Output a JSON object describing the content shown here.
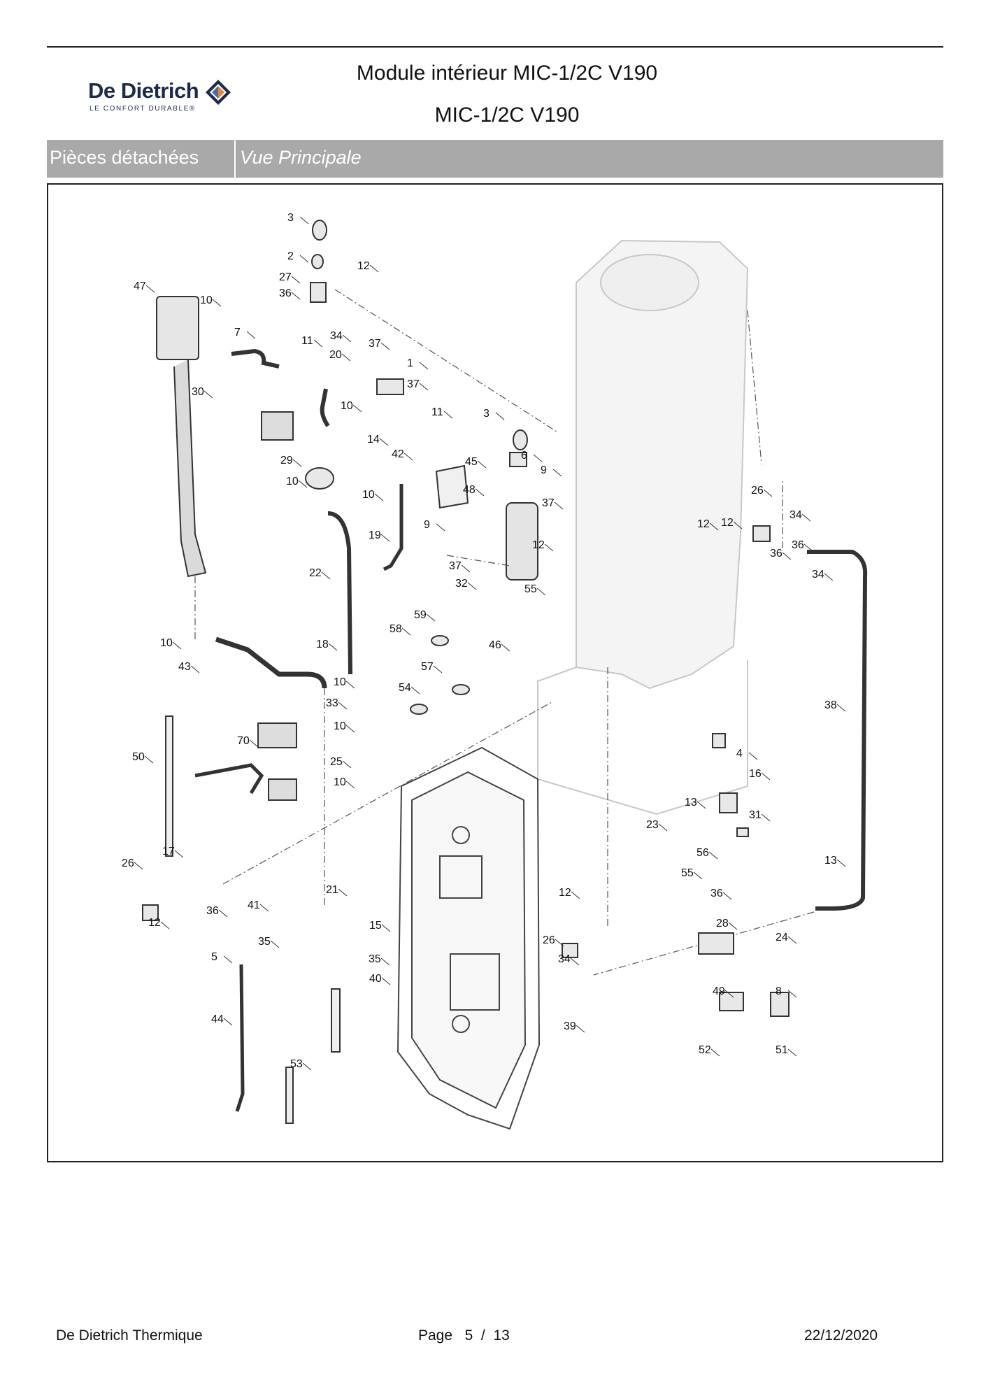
{
  "header": {
    "brand_name": "De Dietrich",
    "brand_tagline": "LE CONFORT DURABLE®",
    "title_line1": "Module intérieur MIC-1/2C V190",
    "title_line2": "MIC-1/2C V190"
  },
  "section_bar": {
    "category": "Pièces détachées",
    "view": "Vue Principale"
  },
  "diagram": {
    "labels": [
      "3",
      "2",
      "12",
      "27",
      "36",
      "47",
      "10",
      "7",
      "11",
      "34",
      "37",
      "20",
      "1",
      "37",
      "30",
      "10",
      "11",
      "3",
      "6",
      "9",
      "29",
      "14",
      "42",
      "45",
      "10",
      "10",
      "48",
      "37",
      "19",
      "9",
      "12",
      "22",
      "37",
      "32",
      "55",
      "26",
      "34",
      "12",
      "36",
      "59",
      "58",
      "46",
      "10",
      "18",
      "43",
      "10",
      "33",
      "57",
      "54",
      "38",
      "70",
      "10",
      "25",
      "50",
      "10",
      "4",
      "16",
      "13",
      "31",
      "23",
      "56",
      "55",
      "13",
      "12",
      "26",
      "21",
      "36",
      "41",
      "36",
      "35",
      "28",
      "24",
      "26",
      "34",
      "15",
      "35",
      "5",
      "40",
      "49",
      "8",
      "44",
      "39",
      "52",
      "51",
      "53",
      "17",
      "12",
      "34",
      "36",
      "12"
    ]
  },
  "footer": {
    "company": "De Dietrich Thermique",
    "page_label": "Page",
    "page_current": "5",
    "page_sep": "/",
    "page_total": "13",
    "date": "22/12/2020"
  },
  "colors": {
    "brand_navy": "#1b2a4e",
    "brand_orange": "#e8862b",
    "brand_blue": "#3b6fb6",
    "bar_grey": "#a9a9a9"
  }
}
